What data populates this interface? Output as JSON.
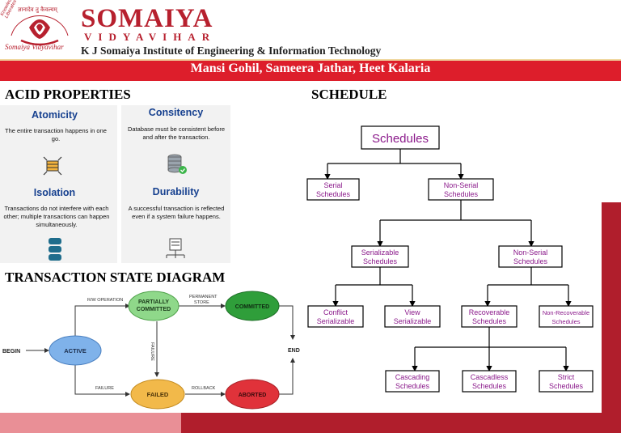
{
  "header": {
    "logo_ring_text": "Knowledge Alone Liberates",
    "logo_devanagari": "ज्ञानादेव तु कैवल्यम्",
    "logo_bottom_text": "Somaiya Vidyavihar",
    "brand_name": "SOMAIYA",
    "brand_sub": "VIDYAVIHAR",
    "institute": "K J Somaiya Institute of Engineering & Information Technology",
    "authors": "Mansi Gohil, Sameera Jathar, Heet Kalaria"
  },
  "acid": {
    "title": "ACID PROPERTIES",
    "items": [
      {
        "name": "Atomicity",
        "desc": "The entire transaction happens in one go.",
        "icon": "transaction-box-icon"
      },
      {
        "name": "Consitency",
        "desc": "Database must be consistent before and after the transaction.",
        "icon": "database-check-icon"
      },
      {
        "name": "Isolation",
        "desc": "Transactions do not interfere with each other; multiple transactions can happen simultaneously.",
        "icon": "database-stack-icon"
      },
      {
        "name": "Durability",
        "desc": "A successful transaction is reflected even if a system failure happens.",
        "icon": "server-network-icon"
      }
    ]
  },
  "state_diagram": {
    "title": "TRANSACTION STATE DIAGRAM",
    "states": {
      "active": "ACTIVE",
      "partially_committed_1": "PARTIALLY",
      "partially_committed_2": "COMMITTED",
      "committed": "COMMITTED",
      "failed": "FAILED",
      "aborted": "ABORTED"
    },
    "labels": {
      "begin": "BEGIN",
      "end": "END",
      "rw_operation": "R/W OPERATION",
      "permanent_store_1": "PERMANENT",
      "permanent_store_2": "STORE",
      "failure_vertical": "FAILURE",
      "failure_bottom": "FAILURE",
      "rollback": "ROLLBACK"
    },
    "colors": {
      "active": "#7fb2ea",
      "partially_committed": "#8fd88a",
      "committed": "#2f9e3a",
      "failed": "#f2b94a",
      "aborted": "#e0323a"
    }
  },
  "schedule": {
    "title": "SCHEDULE",
    "nodes": {
      "root": "Schedules",
      "serial_1": "Serial",
      "serial_2": "Schedules",
      "nonserial_1": "Non-Serial",
      "nonserial_2": "Schedules",
      "serializable_1": "Serializable",
      "serializable_2": "Schedules",
      "nonserial2_1": "Non-Serial",
      "nonserial2_2": "Schedules",
      "conflict_1": "Conflict",
      "conflict_2": "Serializable",
      "view_1": "View",
      "view_2": "Serializable",
      "recoverable_1": "Recoverable",
      "recoverable_2": "Schedules",
      "nonrecoverable_1": "Non-Recoverable",
      "nonrecoverable_2": "Schedules",
      "cascading_1": "Cascading",
      "cascading_2": "Schedules",
      "cascadeless_1": "Cascadless",
      "cascadeless_2": "Schedules",
      "strict_1": "Strict",
      "strict_2": "Schedules"
    },
    "colors": {
      "text": "#8b1a8b",
      "border": "#000000"
    }
  },
  "theme": {
    "brand_red": "#b7202e",
    "bar_red": "#dd1e2b",
    "acid_blue": "#16408f"
  }
}
